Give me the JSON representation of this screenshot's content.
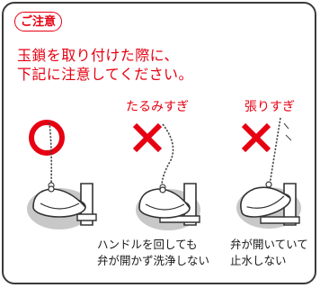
{
  "notice": {
    "badge": "ご注意",
    "heading_line1": "玉鎖を取り付けた際に、",
    "heading_line2": "下記に注意してください。"
  },
  "columns": [
    {
      "label": "",
      "mark": "circle-ok-icon",
      "caption_line1": "",
      "caption_line2": ""
    },
    {
      "label": "たるみすぎ",
      "mark": "cross-ng-icon",
      "caption_line1": "ハンドルを回しても",
      "caption_line2": "弁が開かず洗浄しない"
    },
    {
      "label": "張りすぎ",
      "mark": "cross-ng-icon",
      "caption_line1": "弁が開いていて",
      "caption_line2": "止水しない"
    }
  ],
  "colors": {
    "accent": "#e60012",
    "border": "#3a3a3a",
    "shadow": "#c8c8c8",
    "text": "#1a1a1a"
  }
}
